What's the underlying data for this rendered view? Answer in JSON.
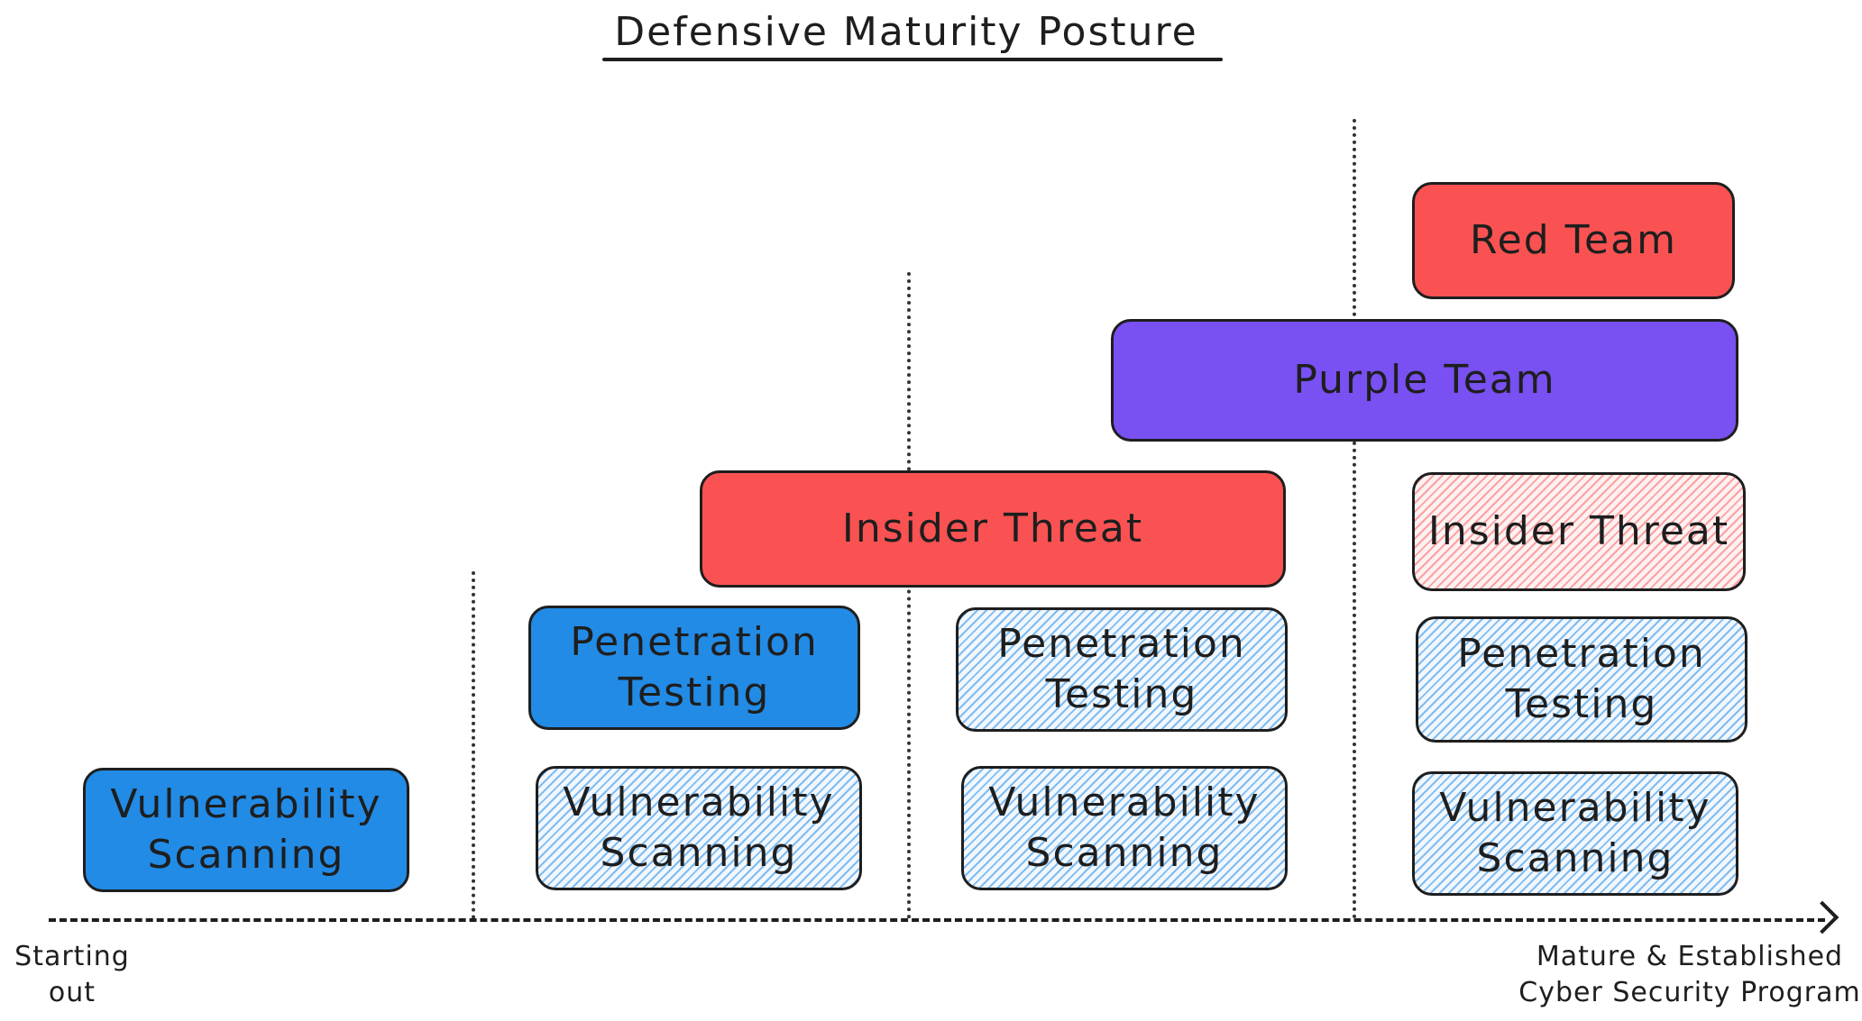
{
  "title": "Defensive Maturity Posture",
  "axis": {
    "start_label": [
      "Starting",
      "out"
    ],
    "end_label": [
      "Mature & Established",
      "Cyber Security Program"
    ]
  },
  "colors": {
    "blue": "#228be6",
    "red": "#fa5252",
    "purple": "#7950f2",
    "stroke": "#1e1e1e"
  },
  "stages": [
    {
      "blocks": [
        {
          "label": [
            "Vulnerability",
            "Scanning"
          ],
          "style": "blue-solid"
        }
      ]
    },
    {
      "blocks": [
        {
          "label": [
            "Penetration",
            "Testing"
          ],
          "style": "blue-solid"
        },
        {
          "label": [
            "Vulnerability",
            "Scanning"
          ],
          "style": "blue-hatch"
        }
      ]
    },
    {
      "blocks": [
        {
          "label": [
            "Insider Threat"
          ],
          "style": "red-solid"
        },
        {
          "label": [
            "Penetration",
            "Testing"
          ],
          "style": "blue-hatch"
        },
        {
          "label": [
            "Vulnerability",
            "Scanning"
          ],
          "style": "blue-hatch"
        }
      ]
    },
    {
      "blocks": [
        {
          "label": [
            "Red Team"
          ],
          "style": "red-solid"
        },
        {
          "label": [
            "Purple Team"
          ],
          "style": "purple-solid"
        },
        {
          "label": [
            "Insider Threat"
          ],
          "style": "red-hatch"
        },
        {
          "label": [
            "Penetration",
            "Testing"
          ],
          "style": "blue-hatch"
        },
        {
          "label": [
            "Vulnerability",
            "Scanning"
          ],
          "style": "blue-hatch"
        }
      ]
    }
  ]
}
